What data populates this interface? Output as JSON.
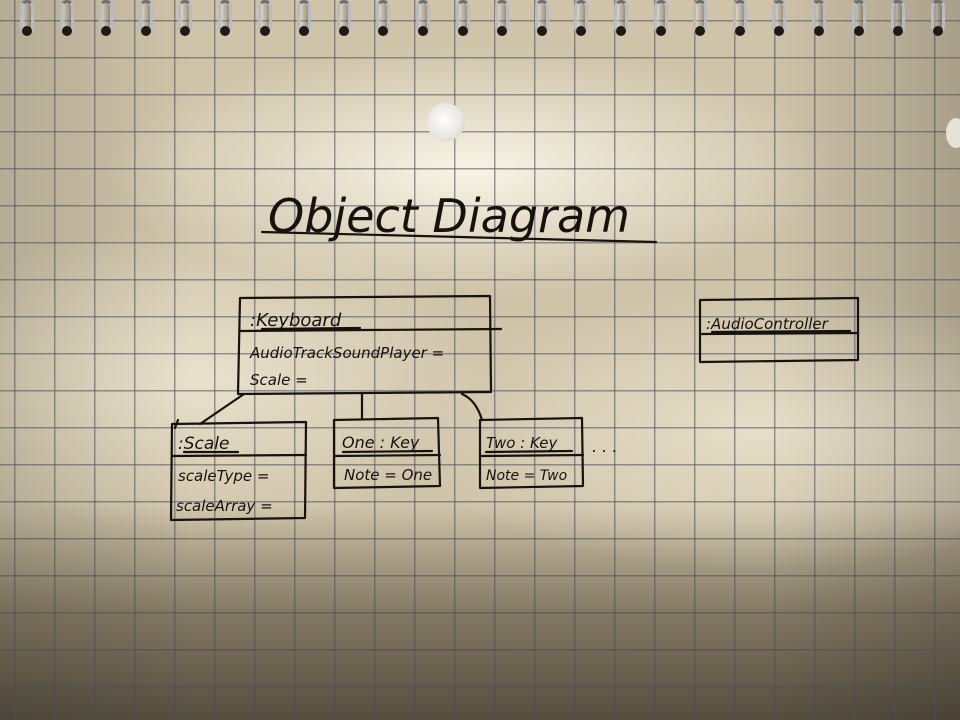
{
  "diagram": {
    "title": "Object Diagram",
    "objects": [
      {
        "id": "keyboard",
        "name": ":Keyboard",
        "attributes": [
          "AudioTrackSoundPlayer =",
          "Scale ="
        ]
      },
      {
        "id": "audio-controller",
        "name": ":AudioController",
        "attributes": []
      },
      {
        "id": "scale",
        "name": ":Scale",
        "attributes": [
          "scaleType =",
          "scaleArray ="
        ]
      },
      {
        "id": "one-key",
        "name": "One : Key",
        "attributes": [
          "Note = One"
        ]
      },
      {
        "id": "two-key",
        "name": "Two : Key",
        "attributes": [
          "Note = Two"
        ]
      }
    ],
    "continuation": ". . .",
    "links": [
      {
        "from": "keyboard",
        "to": "scale"
      },
      {
        "from": "keyboard",
        "to": "one-key"
      },
      {
        "from": "keyboard",
        "to": "two-key"
      }
    ],
    "colors": {
      "paper": "#cfc3a8",
      "grid": "#46505a",
      "ink": "#16120d"
    }
  }
}
